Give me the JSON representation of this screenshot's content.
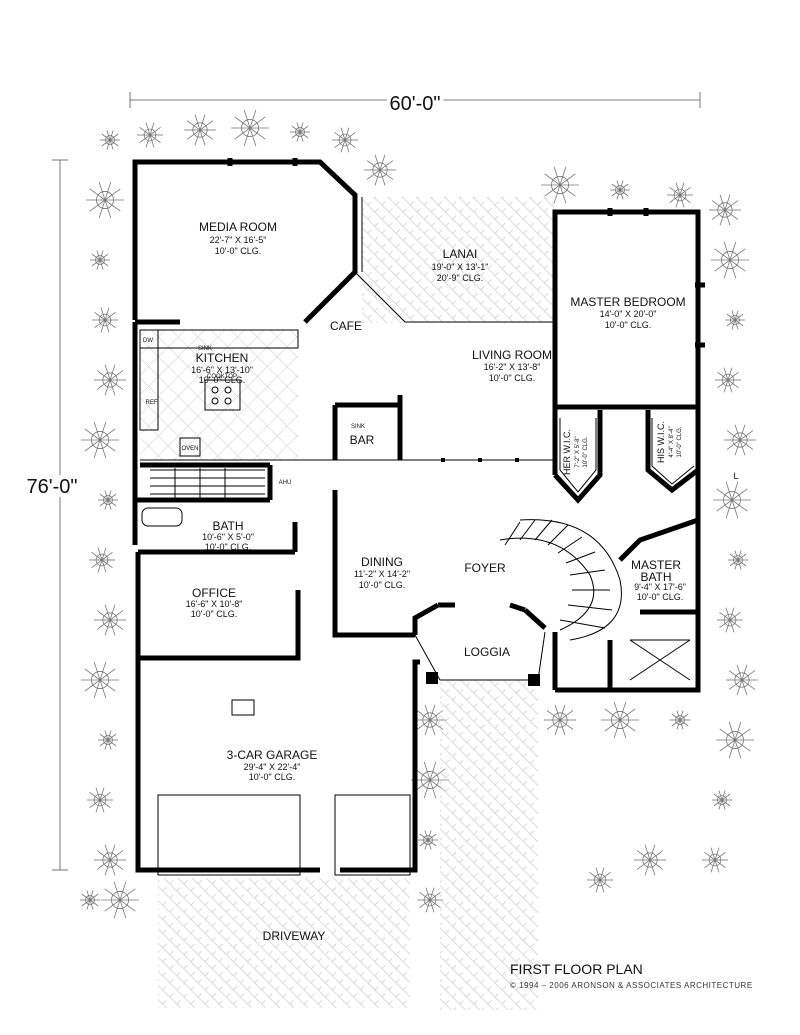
{
  "drawing": {
    "title": "FIRST FLOOR PLAN",
    "copyright": "© 1994 – 2006 ARONSON & ASSOCIATES ARCHITECTURE",
    "overall_width": "60'-0\"",
    "overall_depth": "76'-0\""
  },
  "rooms": {
    "media": {
      "name": "MEDIA ROOM",
      "size": "22'-7\" X 16'-5\"",
      "ceiling": "10'-0\" CLG."
    },
    "lanai": {
      "name": "LANAI",
      "size": "19'-0\" X 13'-1\"",
      "ceiling": "20'-9\" CLG."
    },
    "master_bedroom": {
      "name": "MASTER BEDROOM",
      "size": "14'-0\" X 20'-0\"",
      "ceiling": "10'-0\" CLG."
    },
    "cafe": {
      "name": "CAFE"
    },
    "kitchen": {
      "name": "KITCHEN",
      "size": "16'-6\" X 13'-10\"",
      "ceiling": "10'-0\" CLG."
    },
    "living": {
      "name": "LIVING ROOM",
      "size": "16'-2\" X 13'-8\"",
      "ceiling": "10'-0\" CLG."
    },
    "bar": {
      "name": "BAR"
    },
    "her_wic": {
      "name": "HER W.I.C.",
      "size": "7'-2\" X 5'-8\"",
      "ceiling": "10'-0\" CLG."
    },
    "his_wic": {
      "name": "HIS W.I.C.",
      "size": "4'-4\" X 8'-4\"",
      "ceiling": "10'-0\" CLG."
    },
    "bath": {
      "name": "BATH",
      "size": "10'-6\" X 5'-0\"",
      "ceiling": "10'-0\" CLG."
    },
    "dining": {
      "name": "DINING",
      "size": "11'-2\" X 14'-2\"",
      "ceiling": "10'-0\" CLG."
    },
    "foyer": {
      "name": "FOYER"
    },
    "master_bath": {
      "name": "MASTER BATH",
      "name_line1": "MASTER",
      "name_line2": "BATH",
      "size": "9'-4\" X 17'-6\"",
      "ceiling": "10'-0\" CLG."
    },
    "office": {
      "name": "OFFICE",
      "size": "16'-6\" X 10'-8\"",
      "ceiling": "10'-0\" CLG."
    },
    "loggia": {
      "name": "LOGGIA"
    },
    "garage": {
      "name": "3-CAR GARAGE",
      "size": "29'-4\" X 22'-4\"",
      "ceiling": "10'-0\" CLG."
    },
    "driveway": {
      "name": "DRIVEWAY"
    }
  },
  "fixtures": {
    "dw": "DW",
    "sink": "SINK",
    "cooktop": "COOKTOP",
    "ref": "REF.",
    "oven": "OVEN",
    "ahu": "AHU",
    "bar_sink": "SINK",
    "marker": "L"
  }
}
